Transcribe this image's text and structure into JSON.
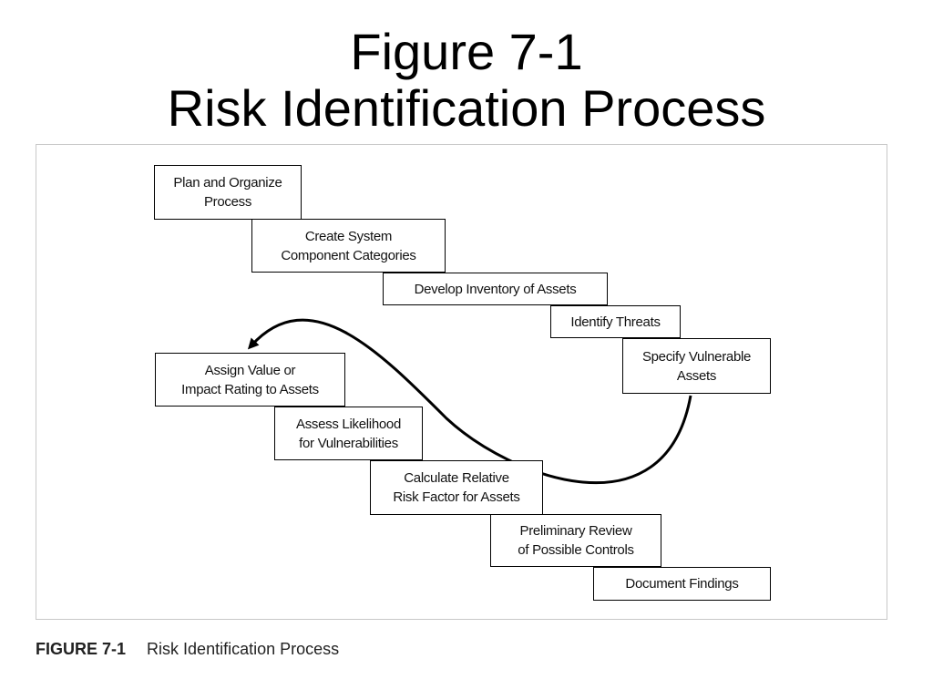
{
  "title": {
    "line1": "Figure 7-1",
    "line2": "Risk Identification Process"
  },
  "steps": [
    {
      "label": "Plan and Organize\nProcess"
    },
    {
      "label": "Create System\nComponent Categories"
    },
    {
      "label": "Develop Inventory of Assets"
    },
    {
      "label": "Identify Threats"
    },
    {
      "label": "Specify Vulnerable\nAssets"
    },
    {
      "label": "Assign Value or\nImpact Rating to Assets"
    },
    {
      "label": "Assess Likelihood\nfor Vulnerabilities"
    },
    {
      "label": "Calculate Relative\nRisk Factor for Assets"
    },
    {
      "label": "Preliminary Review\nof Possible Controls"
    },
    {
      "label": "Document Findings"
    }
  ],
  "caption": {
    "label": "FIGURE 7-1",
    "text": "Risk Identification Process"
  }
}
